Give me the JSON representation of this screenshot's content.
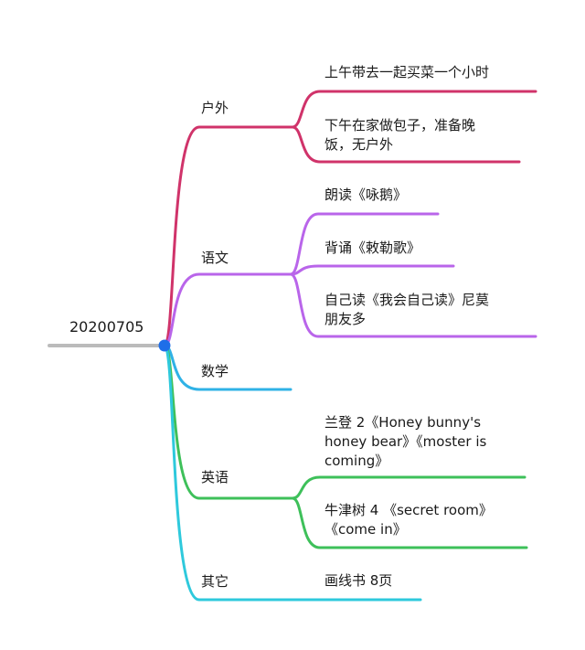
{
  "root": {
    "label": "20200705"
  },
  "branches": [
    {
      "label": "户外",
      "color": "#d0336a",
      "items": [
        {
          "lines": [
            "上午带去一起买菜一个小时"
          ]
        },
        {
          "lines": [
            "下午在家做包子，准备晚",
            "饭，无户外"
          ]
        }
      ]
    },
    {
      "label": "语文",
      "color": "#b965ea",
      "items": [
        {
          "lines": [
            "朗读《咏鹅》"
          ]
        },
        {
          "lines": [
            "背诵《敕勒歌》"
          ]
        },
        {
          "lines": [
            "自己读《我会自己读》尼莫",
            "朋友多"
          ]
        }
      ]
    },
    {
      "label": "数学",
      "color": "#2fb2e6",
      "items": []
    },
    {
      "label": "英语",
      "color": "#3ec05a",
      "items": [
        {
          "lines": [
            "兰登 2《Honey bunny's",
            "honey bear》《moster is",
            "coming》"
          ]
        },
        {
          "lines": [
            "牛津树 4 《secret room》",
            "《come in》"
          ]
        }
      ]
    },
    {
      "label": "其它",
      "color": "#2ec9dc",
      "items": [
        {
          "lines": [
            "画线书 8页"
          ]
        }
      ]
    }
  ],
  "colors": {
    "root_line": "#bbbbbb",
    "root_dot": "#1e6ee8"
  }
}
